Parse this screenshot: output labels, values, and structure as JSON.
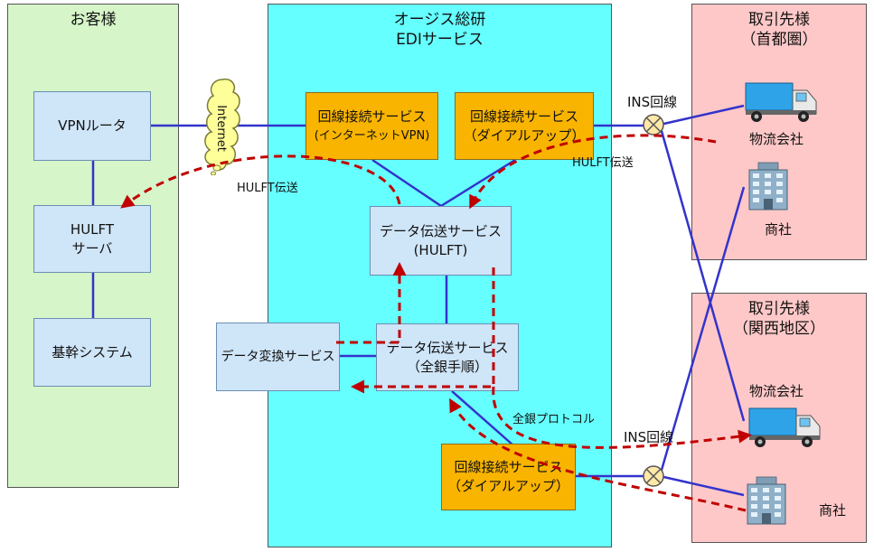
{
  "regions": {
    "customer": {
      "title": "お客様",
      "fill": "#d6f5c9"
    },
    "edi": {
      "title_line1": "オージス総研",
      "title_line2": "EDIサービス",
      "fill": "#66ffff"
    },
    "partner_tokyo": {
      "title_line1": "取引先様",
      "title_line2": "（首都圏）",
      "fill": "#ffc8c8"
    },
    "partner_kansai": {
      "title_line1": "取引先様",
      "title_line2": "（関西地区）",
      "fill": "#ffc8c8"
    }
  },
  "boxes": {
    "vpn_router": "VPNルータ",
    "hulft_server_line1": "HULFT",
    "hulft_server_line2": "サーバ",
    "core_system": "基幹システム",
    "line_internet_line1": "回線接続サービス",
    "line_internet_line2": "(インターネットVPN)",
    "line_dialup_top_line1": "回線接続サービス",
    "line_dialup_top_line2": "（ダイアルアップ）",
    "data_hulft_line1": "データ伝送サービス",
    "data_hulft_line2": "(HULFT)",
    "data_conversion": "データ変換サービス",
    "data_zengin_line1": "データ伝送サービス",
    "data_zengin_line2": "（全銀手順）",
    "line_dialup_bottom_line1": "回線接続サービス",
    "line_dialup_bottom_line2": "（ダイアルアップ）"
  },
  "labels": {
    "internet_cloud": "Internet",
    "hulft_transfer_left": "HULFT伝送",
    "hulft_transfer_right": "HULFT伝送",
    "ins_line_top": "INS回線",
    "ins_line_bottom": "INS回線",
    "zengin_protocol": "全銀プロトコル",
    "logistics_tokyo": "物流会社",
    "trading_tokyo": "商社",
    "logistics_kansai": "物流会社",
    "trading_kansai": "商社"
  },
  "colors": {
    "connection_line": "#3333cc",
    "flow_arrow": "#c00000",
    "box_blue": "#cfe5f8",
    "box_orange": "#f9b400"
  },
  "icons": [
    "truck-icon",
    "building-icon",
    "cloud-icon",
    "ins-switch-icon"
  ]
}
